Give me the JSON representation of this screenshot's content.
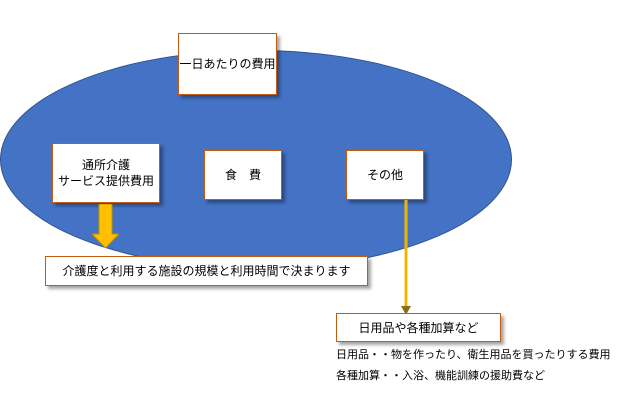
{
  "diagram": {
    "title_box": "一日あたりの費用",
    "service_box": {
      "line1": "通所介護",
      "line2": "サービス提供費用"
    },
    "food_box": "食　費",
    "other_box": "その他",
    "result_box": "介護度と利用する施設の規模と利用時間で決まります",
    "goods_box": "日用品や各種加算など",
    "notes": [
      "日用品・・物を作ったり、衛生用品を買ったりする費用",
      "各種加算・・入浴、機能訓練の援助費など"
    ]
  },
  "colors": {
    "ellipse_fill": "#4472c4",
    "box_border": "#c55a11",
    "arrow_fill": "#ffc000",
    "connector_line": "#bf9000"
  }
}
